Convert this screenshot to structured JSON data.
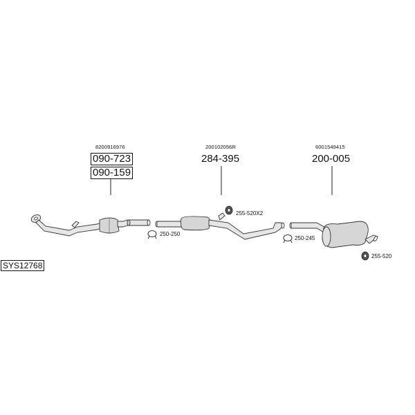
{
  "system_code": "SYS12768",
  "groups": {
    "front": {
      "oem_number": "8200916976",
      "part_numbers": [
        "090-723",
        "090-159"
      ]
    },
    "middle": {
      "oem_number": "200102056R",
      "part_number": "284-395"
    },
    "rear": {
      "oem_number": "6001549415",
      "part_number": "200-005"
    }
  },
  "accessories": {
    "clamp_front": "250-250",
    "hanger_middle": "255-520X2",
    "clamp_rear": "250-245",
    "hanger_rear": "255-520"
  }
}
